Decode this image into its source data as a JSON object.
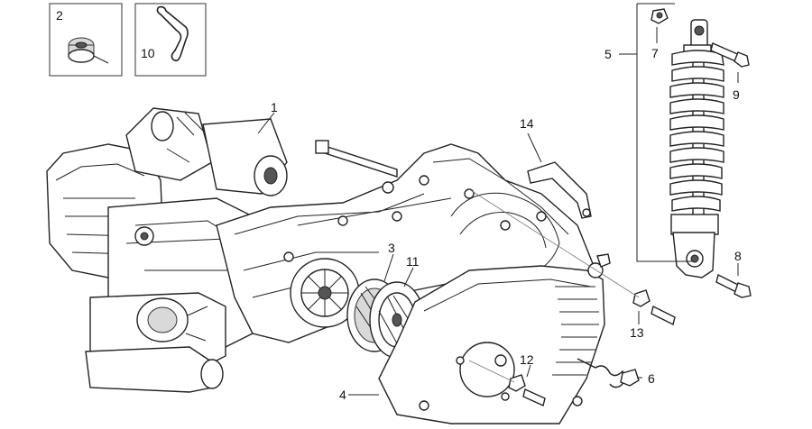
{
  "labels": {
    "p1": "1",
    "p2": "2",
    "p3": "3",
    "p4": "4",
    "p5": "5",
    "p6": "6",
    "p7": "7",
    "p8": "8",
    "p9": "9",
    "p10": "10",
    "p11": "11",
    "p12": "12",
    "p13": "13",
    "p14": "14"
  }
}
